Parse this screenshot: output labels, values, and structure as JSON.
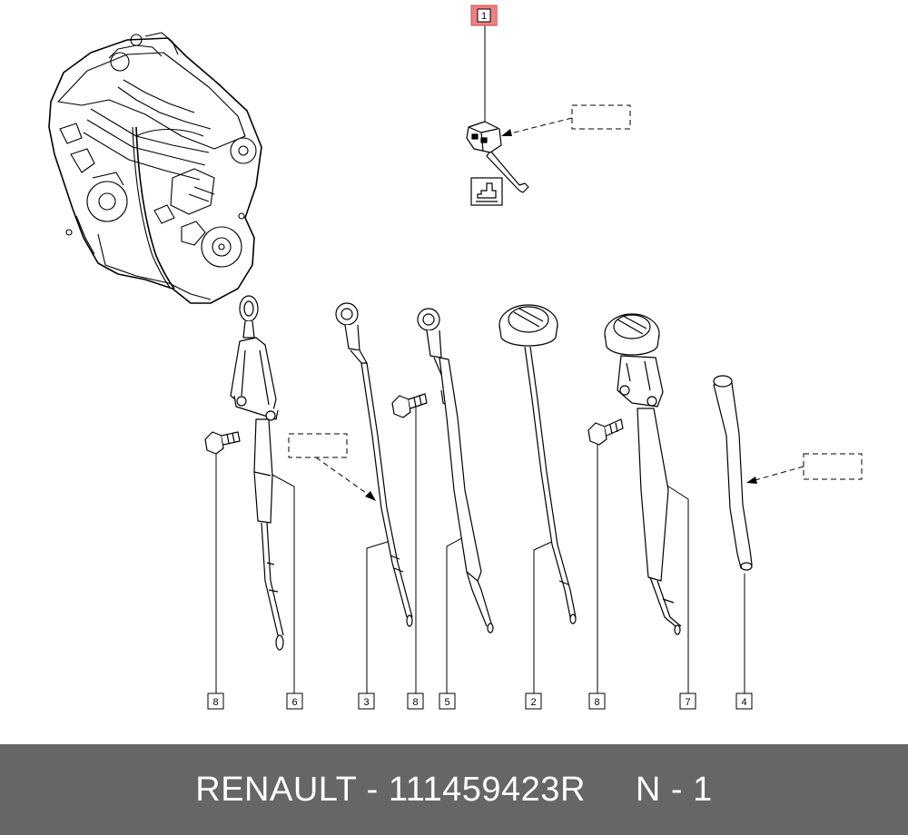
{
  "callouts": [
    "1",
    "8",
    "6",
    "3",
    "8",
    "5",
    "2",
    "8",
    "7",
    "4"
  ],
  "highlight_color": "#f08080",
  "footer": {
    "part_label": "RENAULT - 111459423R",
    "page_label": "N - 1",
    "background": "#666666"
  },
  "icons": [
    "engine-illustration",
    "oil-filler-cap-part",
    "oil-dipstick-part",
    "bolt-part",
    "oil-dipstick-guide-tube-part",
    "workshop-info-icon"
  ]
}
